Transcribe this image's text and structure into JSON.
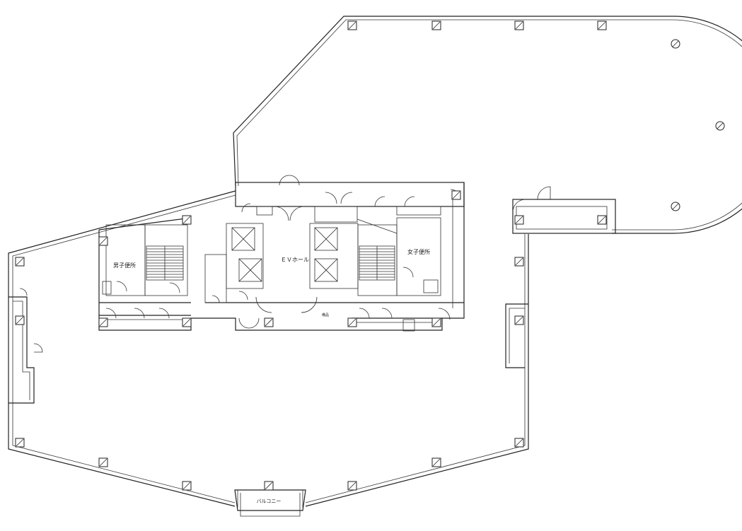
{
  "labels": {
    "mens_restroom": "男子便所",
    "womens_restroom": "女子便所",
    "ev_hall": "ＥＶホール",
    "balcony": "バルコニー",
    "small_mark": "備品"
  }
}
